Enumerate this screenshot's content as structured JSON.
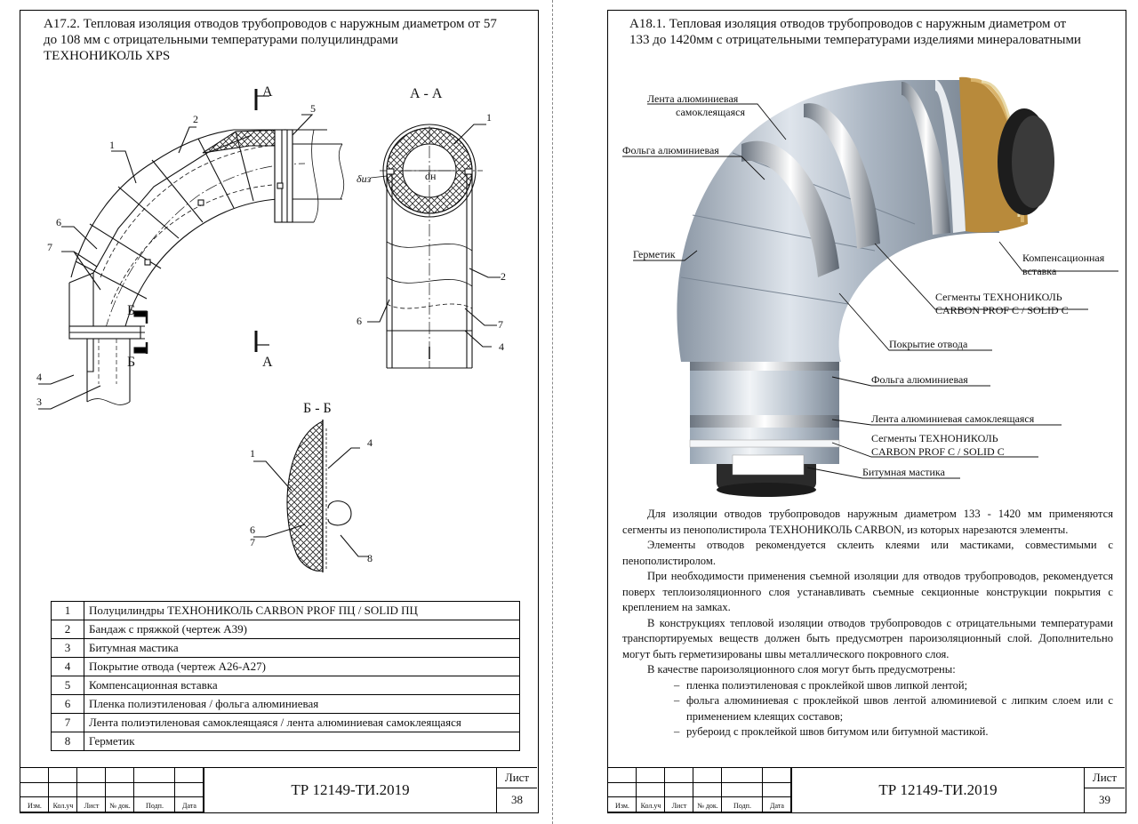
{
  "left": {
    "title": "А17.2. Тепловая изоляция отводов трубопроводов с наружным диаметром от 57\nдо 108 мм с отрицательными температурами полуцилиндрами\nТЕХНОНИКОЛЬ XPS",
    "section_aa_mark": "А",
    "section_aa_title": "А - А",
    "section_bb_mark": "Б",
    "section_bb_title": "Б - Б",
    "dim_dn": "dн",
    "dim_biz": "δиз",
    "callouts": {
      "c1": "1",
      "c2": "2",
      "c3": "3",
      "c4": "4",
      "c5": "5",
      "c6": "6",
      "c7": "7",
      "c8": "8"
    },
    "legend": [
      {
        "num": "1",
        "text": "Полуцилиндры ТЕХНОНИКОЛЬ CARBON PROF ПЦ / SOLID ПЦ"
      },
      {
        "num": "2",
        "text": "Бандаж с пряжкой (чертеж А39)"
      },
      {
        "num": "3",
        "text": "Битумная мастика"
      },
      {
        "num": "4",
        "text": "Покрытие отвода (чертеж А26-А27)"
      },
      {
        "num": "5",
        "text": "Компенсационная вставка"
      },
      {
        "num": "6",
        "text": "Пленка полиэтиленовая / фольга алюминиевая"
      },
      {
        "num": "7",
        "text": "Лента полиэтиленовая самоклеящаяся / лента алюминиевая самоклеящаяся"
      },
      {
        "num": "8",
        "text": "Герметик"
      }
    ],
    "stamp": {
      "doc": "ТР 12149-ТИ.2019",
      "sheet_label": "Лист",
      "sheet_num": "38",
      "cols": [
        "Изм.",
        "Кол.уч",
        "Лист",
        "№ док.",
        "Подп.",
        "Дата"
      ]
    }
  },
  "right": {
    "title": "А18.1. Тепловая изоляция отводов трубопроводов с наружным диаметром от\n133 до 1420мм с отрицательными температурами изделиями минераловатными",
    "labels": {
      "tape1a": "Лента алюминиевая",
      "tape1b": "самоклеящаяся",
      "foil1": "Фольга алюминиевая",
      "hermetic": "Герметик",
      "comp_a": "Компенсационная",
      "comp_b": "вставка",
      "seg1a": "Сегменты ТЕХНОНИКОЛЬ",
      "seg1b": "CARBON PROF C / SOLID C",
      "cover": "Покрытие отвода",
      "foil2": "Фольга алюминиевая",
      "tape2": "Лента алюминиевая самоклеящаяся",
      "seg2a": "Сегменты ТЕХНОНИКОЛЬ",
      "seg2b": "CARBON PROF C / SOLID C",
      "bitumen": "Битумная мастика"
    },
    "paragraphs": [
      "Для изоляции отводов трубопроводов наружным диаметром 133 - 1420 мм применяются сегменты из пенополистирола ТЕХНОНИКОЛЬ CARBON, из которых нарезаются элементы.",
      " Элементы отводов рекомендуется склеить клеями или мастиками, совместимыми с пенополистиролом.",
      "При необходимости применения съемной изоляции для отводов трубопроводов, рекомендуется поверх теплоизоляционного слоя устанавливать съемные секционные конструкции покрытия с креплением на замках.",
      "В конструкциях тепловой изоляции отводов трубопроводов с отрицательными температурами транспортируемых веществ должен быть предусмотрен пароизоляционный слой. Дополнительно могут быть герметизированы швы металлического покровного слоя.",
      "В качестве пароизоляционного слоя могут быть предусмотрены:"
    ],
    "list": [
      "пленка полиэтиленовая с проклейкой швов липкой лентой;",
      "фольга алюминиевая с проклейкой швов лентой алюминиевой с липким слоем или с применением клеящих составов;",
      "рубероид с проклейкой швов битумом или битумной мастикой."
    ],
    "list_dash": "–",
    "stamp": {
      "doc": "ТР 12149-ТИ.2019",
      "sheet_label": "Лист",
      "sheet_num": "39",
      "cols": [
        "Изм.",
        "Кол.уч",
        "Лист",
        "№ док.",
        "Подп.",
        "Дата"
      ]
    }
  }
}
